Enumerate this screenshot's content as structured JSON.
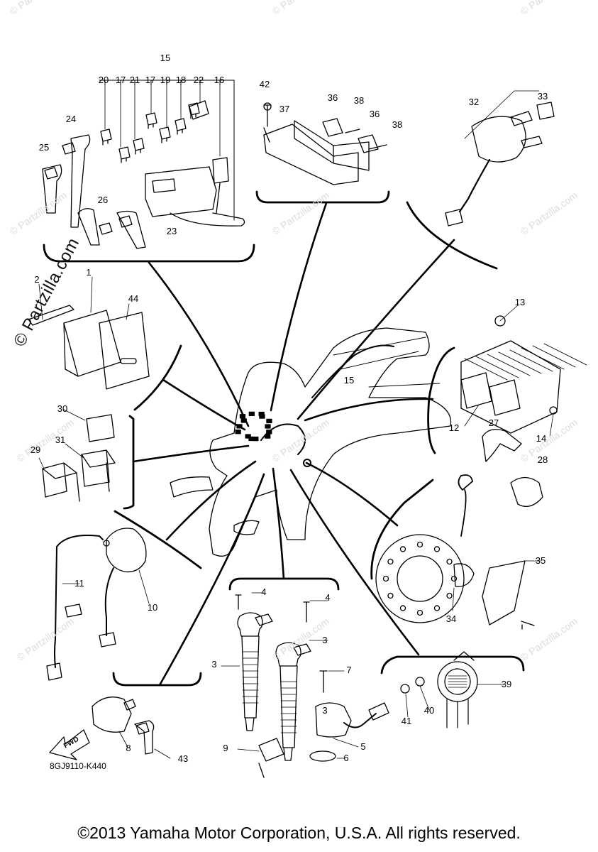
{
  "title": "",
  "copyright": "©2013 Yamaha Motor Corporation, U.S.A. All rights reserved.",
  "diagram_code": "8GJ9110-K440",
  "fwd_arrow_label": "FWD",
  "watermark": "© Partzilla.com",
  "watermark_small": "Partzilla.com",
  "callouts": [
    "1",
    "2",
    "3",
    "3",
    "3",
    "4",
    "4",
    "5",
    "6",
    "7",
    "8",
    "9",
    "10",
    "11",
    "12",
    "13",
    "14",
    "15",
    "15",
    "16",
    "17",
    "17",
    "18",
    "19",
    "20",
    "21",
    "22",
    "23",
    "24",
    "25",
    "26",
    "27",
    "28",
    "29",
    "30",
    "31",
    "32",
    "33",
    "34",
    "35",
    "36",
    "36",
    "37",
    "38",
    "38",
    "39",
    "40",
    "41",
    "42",
    "43",
    "44"
  ]
}
